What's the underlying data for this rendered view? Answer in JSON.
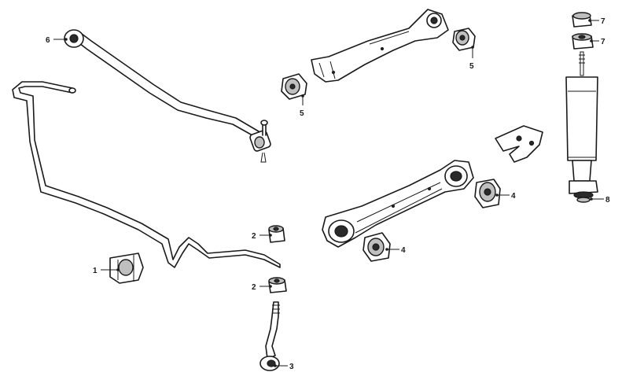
{
  "callouts": [
    {
      "id": "c1",
      "label": "1"
    },
    {
      "id": "c2a",
      "label": "2"
    },
    {
      "id": "c2b",
      "label": "2"
    },
    {
      "id": "c3",
      "label": "3"
    },
    {
      "id": "c4a",
      "label": "4"
    },
    {
      "id": "c4b",
      "label": "4"
    },
    {
      "id": "c5a",
      "label": "5"
    },
    {
      "id": "c5b",
      "label": "5"
    },
    {
      "id": "c6",
      "label": "6"
    },
    {
      "id": "c7a",
      "label": "7"
    },
    {
      "id": "c7b",
      "label": "7"
    },
    {
      "id": "c8",
      "label": "8"
    }
  ]
}
